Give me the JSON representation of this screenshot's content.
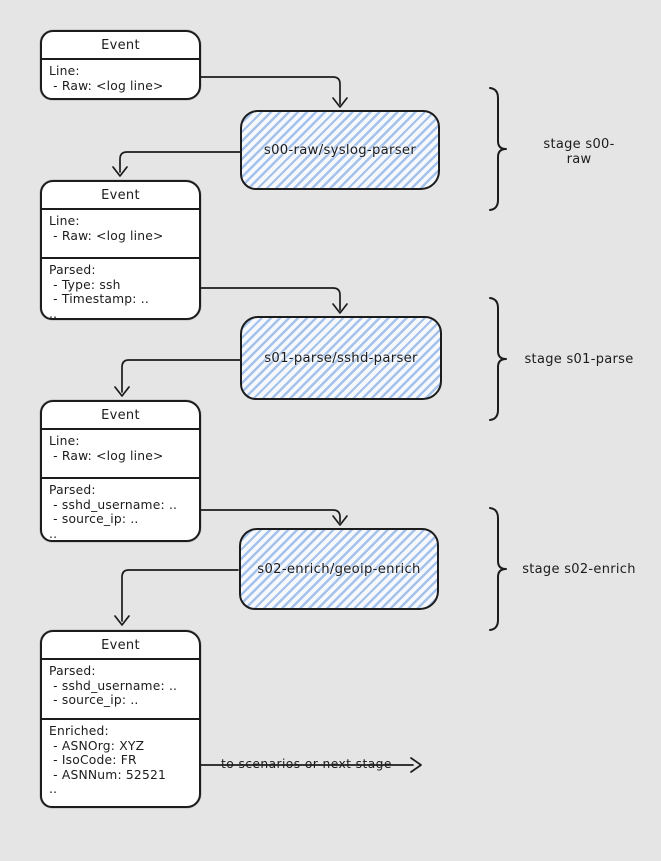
{
  "canvas": {
    "background": "#e5e5e5",
    "ink": "#1c1c1c",
    "hatch_blue": "#a4c2ec",
    "node_fill": "#ffffff"
  },
  "event_nodes": [
    {
      "title": "Event",
      "sections": [
        {
          "lines": [
            "Line:",
            " - Raw: <log line>"
          ]
        }
      ]
    },
    {
      "title": "Event",
      "sections": [
        {
          "lines": [
            "Line:",
            " - Raw: <log line>"
          ]
        },
        {
          "lines": [
            "Parsed:",
            " - Type: ssh",
            " - Timestamp: ..",
            ".."
          ]
        }
      ]
    },
    {
      "title": "Event",
      "sections": [
        {
          "lines": [
            "Line:",
            " - Raw: <log line>"
          ]
        },
        {
          "lines": [
            "Parsed:",
            " - sshd_username: ..",
            " - source_ip: ..",
            ".."
          ]
        }
      ]
    },
    {
      "title": "Event",
      "sections": [
        {
          "lines": [
            "Parsed:",
            " - sshd_username: ..",
            " - source_ip: .."
          ]
        },
        {
          "lines": [
            "Enriched:",
            " - ASNOrg: XYZ",
            " - IsoCode: FR",
            " - ASNNum: 52521",
            ".."
          ]
        }
      ]
    }
  ],
  "parser_nodes": [
    {
      "label": "s00-raw/syslog-parser"
    },
    {
      "label": "s01-parse/sshd-parser"
    },
    {
      "label": "s02-enrich/geoip-enrich"
    }
  ],
  "stage_labels": [
    {
      "label": "stage s00-\nraw"
    },
    {
      "label": "stage s01-parse"
    },
    {
      "label": "stage s02-enrich"
    }
  ],
  "flow": {
    "label": "to scenarios or next stage"
  }
}
